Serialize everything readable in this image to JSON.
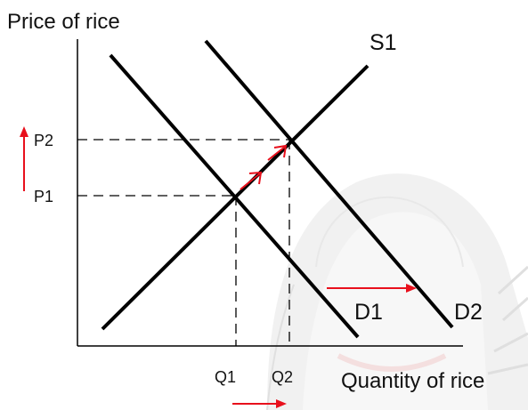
{
  "labels": {
    "y_axis": "Price of rice",
    "x_axis": "Quantity of rice",
    "supply": "S1",
    "demand_original": "D1",
    "demand_shifted": "D2",
    "price_1": "P1",
    "price_2": "P2",
    "quantity_1": "Q1",
    "quantity_2": "Q2"
  },
  "colors": {
    "curves": "#000000",
    "arrows": "#e8101c",
    "watermark": "#d9d9d9"
  }
}
